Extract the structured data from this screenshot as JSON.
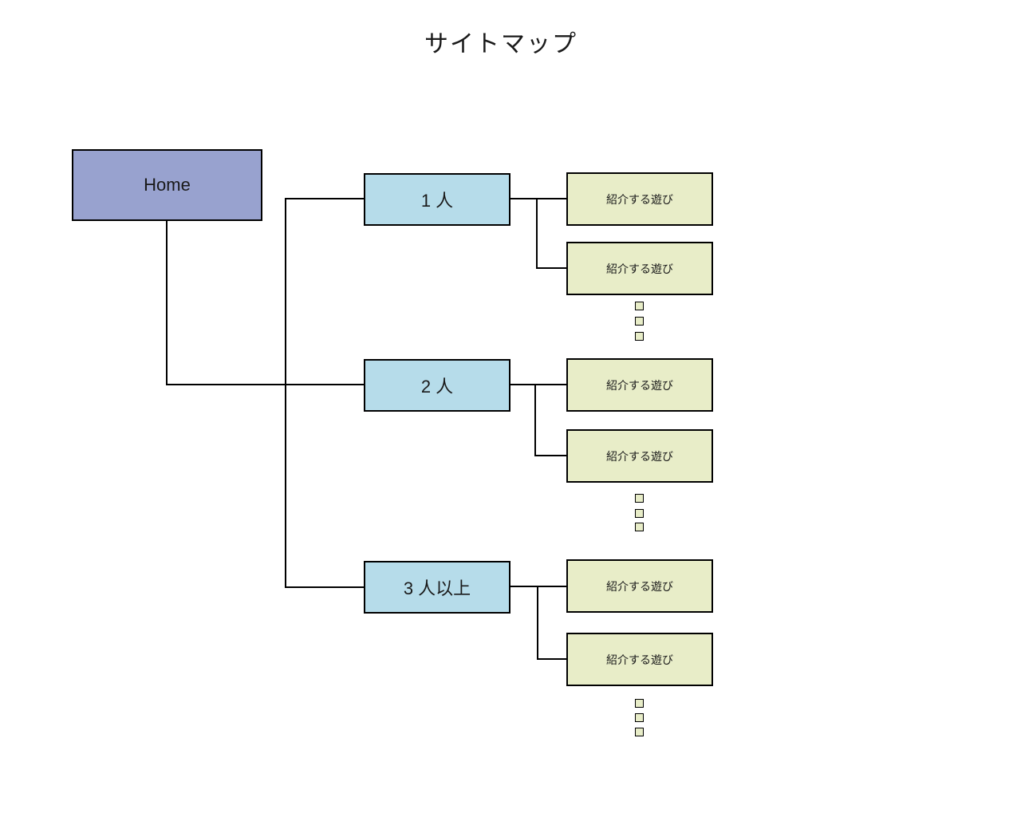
{
  "title": "サイトマップ",
  "colors": {
    "home_fill": "#98a2cf",
    "category_fill": "#b6dcea",
    "leaf_fill": "#e8edc8",
    "line": "#000000",
    "text": "#1a1a1a"
  },
  "tree": {
    "root": {
      "label": "Home"
    },
    "groups": [
      {
        "label": "1 人",
        "children": [
          {
            "label": "紹介する遊び"
          },
          {
            "label": "紹介する遊び"
          }
        ],
        "has_more_marker": true
      },
      {
        "label": "2 人",
        "children": [
          {
            "label": "紹介する遊び"
          },
          {
            "label": "紹介する遊び"
          }
        ],
        "has_more_marker": true
      },
      {
        "label": "3 人以上",
        "children": [
          {
            "label": "紹介する遊び"
          },
          {
            "label": "紹介する遊び"
          }
        ],
        "has_more_marker": true
      }
    ]
  }
}
